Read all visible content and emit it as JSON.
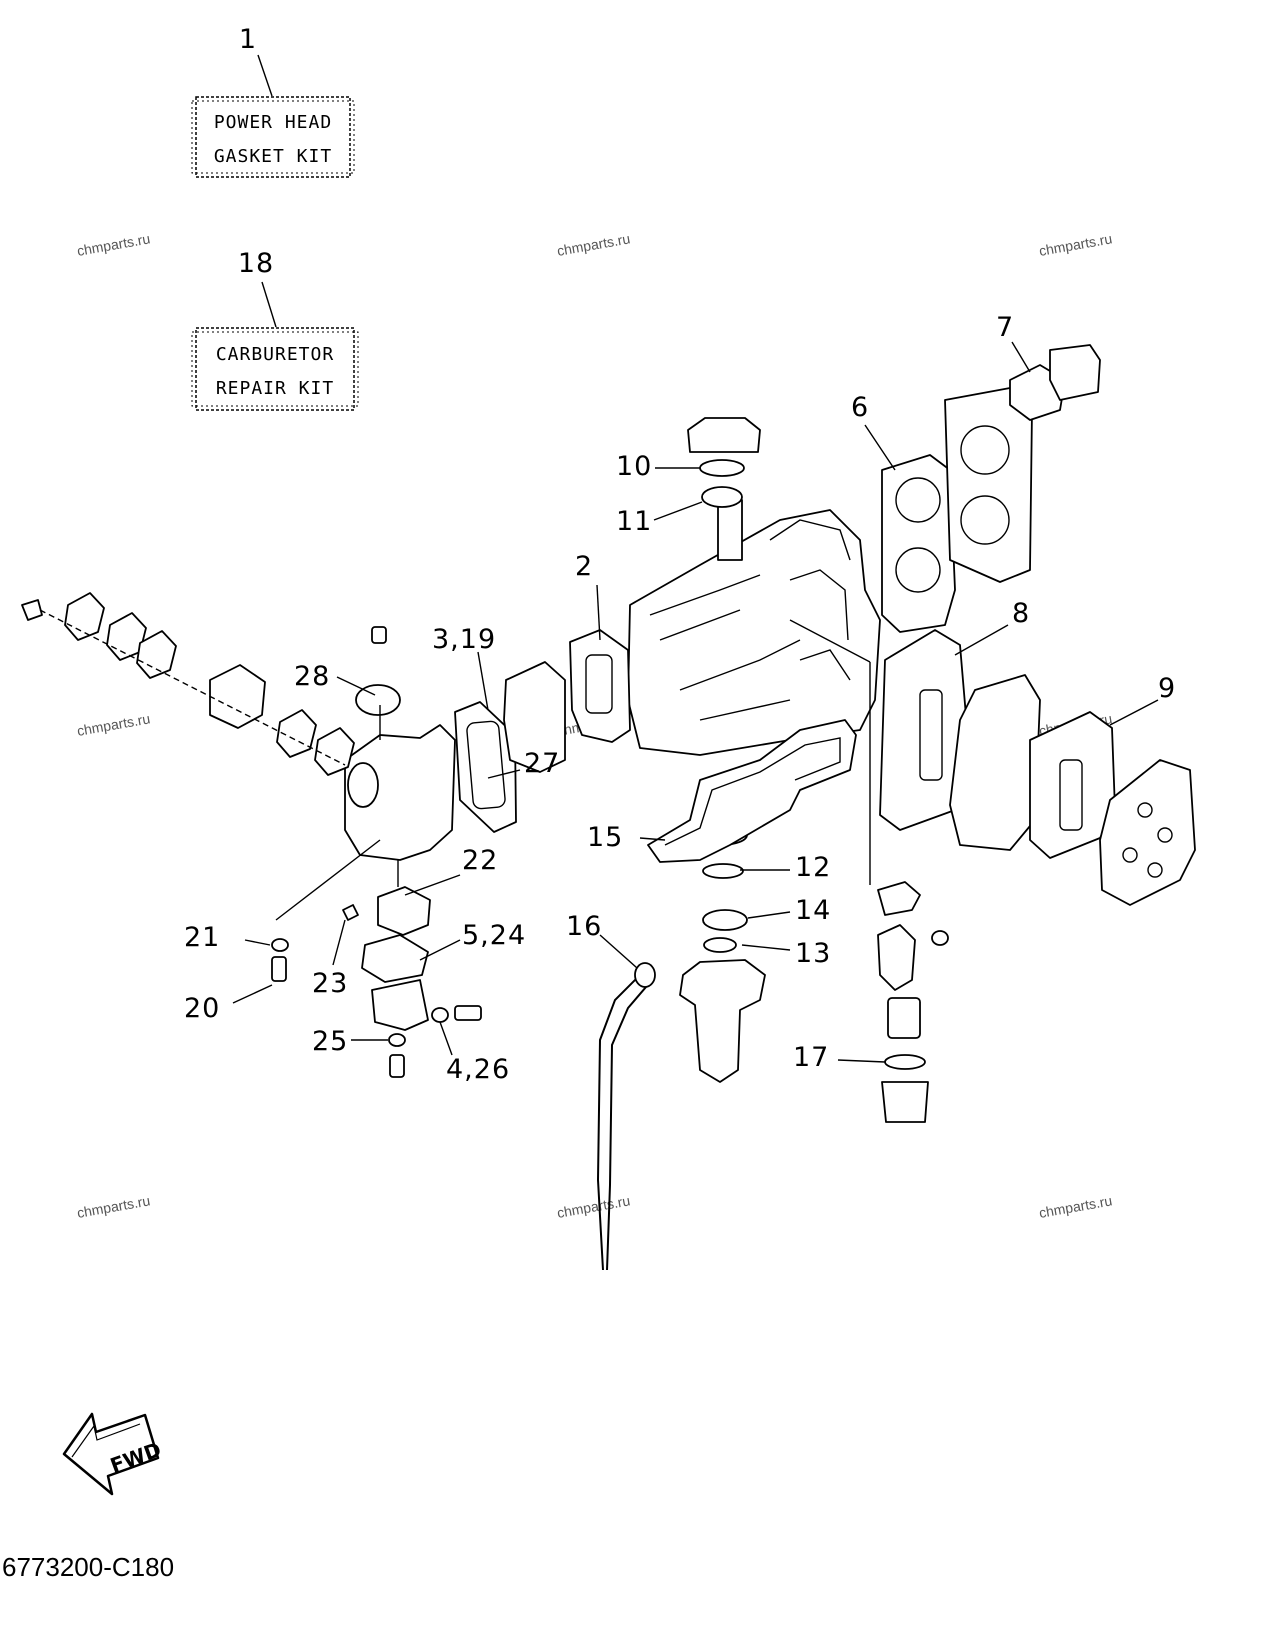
{
  "kits": [
    {
      "number": "1",
      "line1": "POWER HEAD",
      "line2": "GASKET KIT"
    },
    {
      "number": "18",
      "line1": "CARBURETOR",
      "line2": "REPAIR KIT"
    }
  ],
  "callouts": [
    "2",
    "3,19",
    "4,26",
    "5,24",
    "6",
    "7",
    "8",
    "9",
    "10",
    "11",
    "12",
    "13",
    "14",
    "15",
    "16",
    "17",
    "20",
    "21",
    "22",
    "23",
    "25",
    "27",
    "28"
  ],
  "watermark": "chmparts.ru",
  "fwd_label": "FWD",
  "diagram_code": "6773200-C180"
}
